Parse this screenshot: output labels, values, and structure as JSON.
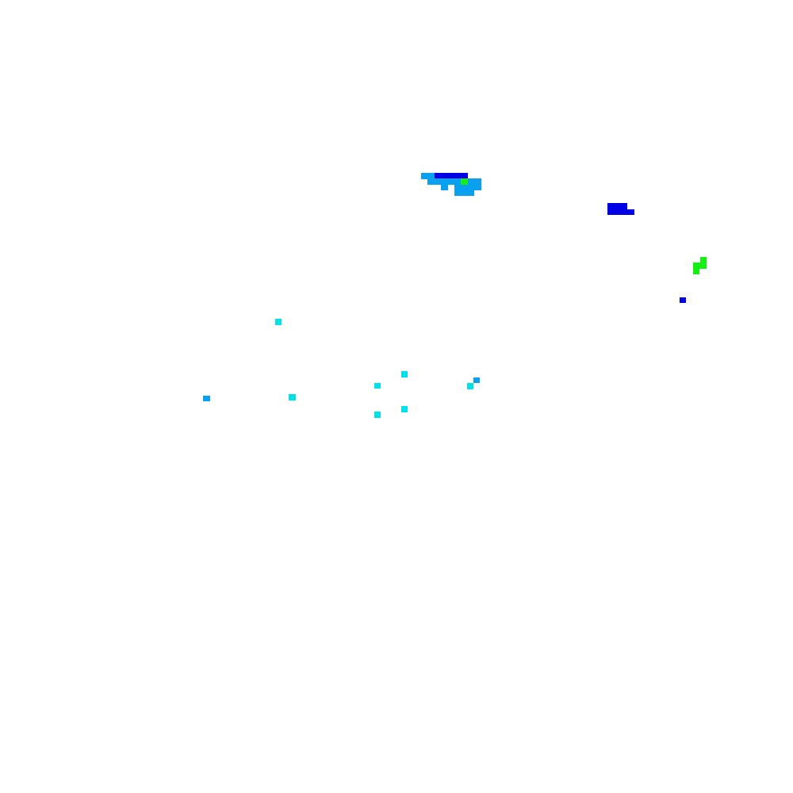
{
  "palette": {
    "background": "#ffffff",
    "dark_blue": "#0000e6",
    "azure": "#0aa0f0",
    "cyan": "#00e0e8",
    "green": "#14f014"
  },
  "layers": [
    {
      "name": "azure-pixels",
      "color": "azure"
    },
    {
      "name": "cyan-pixels",
      "color": "cyan"
    },
    {
      "name": "dark-blue-pixels",
      "color": "dark_blue"
    },
    {
      "name": "green-pixels",
      "color": "green"
    }
  ]
}
